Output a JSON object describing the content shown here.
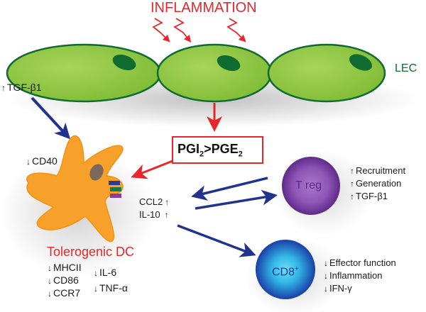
{
  "inflammation_label": "INFLAMMATION",
  "lec_label": "LEC",
  "tgf_top": {
    "arrow": "↑",
    "text": "TGF-β1"
  },
  "cd40": {
    "arrow": "↓",
    "text": "CD40"
  },
  "pg_box": {
    "a": "PGI",
    "sub1": "2",
    "mid": ">PGE",
    "sub2": "2"
  },
  "dc_title": "Tolerogenic DC",
  "dc_markers_left": [
    {
      "arrow": "↓",
      "text": "MHCII"
    },
    {
      "arrow": "↓",
      "text": "CD86"
    },
    {
      "arrow": "↓",
      "text": "CCR7"
    }
  ],
  "dc_markers_right": [
    {
      "arrow": "↓",
      "text": "IL-6"
    },
    {
      "arrow": "↓",
      "text": "TNF-α"
    }
  ],
  "chemokines": [
    {
      "text": "CCL2",
      "arrow": "↑"
    },
    {
      "text": "IL-10",
      "arrow": "↑"
    }
  ],
  "treg": {
    "label": "T reg",
    "effects": [
      {
        "arrow": "↑",
        "text": "Recruitment"
      },
      {
        "arrow": "↑",
        "text": "Generation"
      },
      {
        "arrow": "↑",
        "text": "TGF-β1"
      }
    ]
  },
  "cd8": {
    "label": "CD8",
    "sup": "+",
    "effects": [
      {
        "arrow": "↓",
        "text": "Effector function"
      },
      {
        "arrow": "↓",
        "text": "Inflammation"
      },
      {
        "arrow": "↓",
        "text": "IFN-γ"
      }
    ]
  },
  "colors": {
    "red": "#e8262b",
    "navy": "#22338f",
    "lec_fill": "#8dc63f",
    "lec_edge": "#0f6b30",
    "dc_orange": "#f7a02a",
    "treg_purple": "#7b3fa0",
    "cd8_blue": "#1f4fb0"
  }
}
